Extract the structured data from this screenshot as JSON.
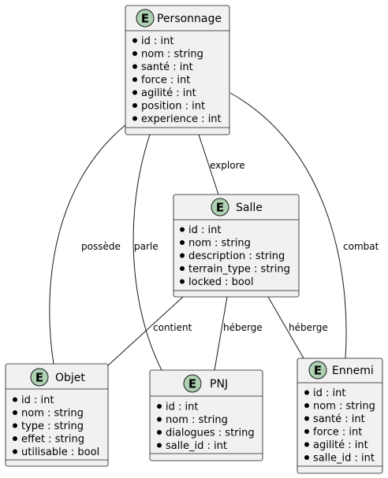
{
  "entities": {
    "personnage": {
      "name": "Personnage",
      "stereotype": "E",
      "fields": [
        "id : int",
        "nom : string",
        "santé : int",
        "force : int",
        "agilité : int",
        "position : int",
        "experience : int"
      ]
    },
    "salle": {
      "name": "Salle",
      "stereotype": "E",
      "fields": [
        "id : int",
        "nom : string",
        "description : string",
        "terrain_type : string",
        "locked : bool"
      ]
    },
    "objet": {
      "name": "Objet",
      "stereotype": "E",
      "fields": [
        "id : int",
        "nom : string",
        "type : string",
        "effet : string",
        "utilisable : bool"
      ]
    },
    "pnj": {
      "name": "PNJ",
      "stereotype": "E",
      "fields": [
        "id : int",
        "nom : string",
        "dialogues : string",
        "salle_id : int"
      ]
    },
    "ennemi": {
      "name": "Ennemi",
      "stereotype": "E",
      "fields": [
        "id : int",
        "nom : string",
        "santé : int",
        "force : int",
        "agilité : int",
        "salle_id : int"
      ]
    }
  },
  "relations": {
    "personnage_salle": "explore",
    "personnage_objet": "possède",
    "personnage_pnj": "parle",
    "personnage_ennemi": "combat",
    "salle_objet": "contient",
    "salle_pnj": "héberge",
    "salle_ennemi": "héberge"
  },
  "colors": {
    "entity_fill": "#F1F1F1",
    "entity_border": "#181818",
    "badge_fill": "#ADD1B2"
  }
}
